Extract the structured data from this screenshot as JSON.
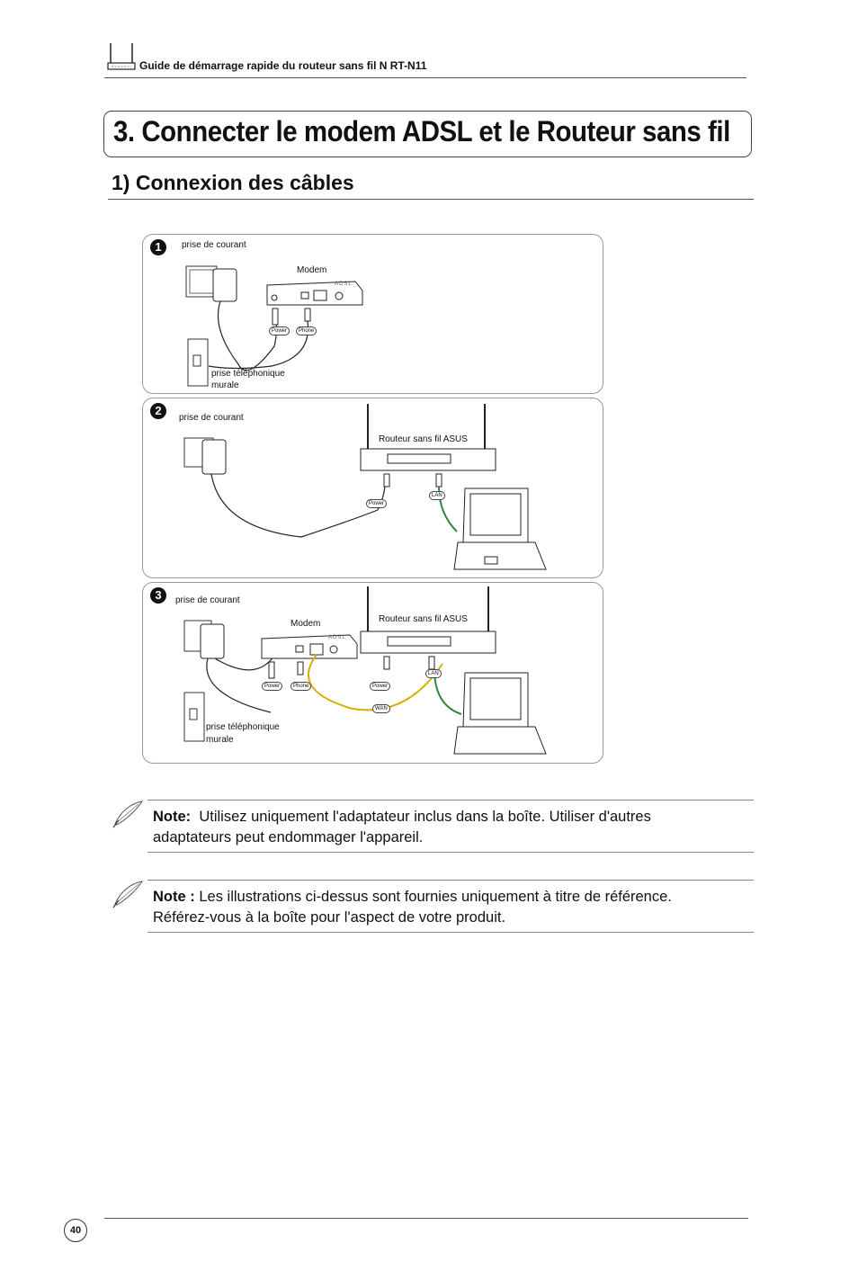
{
  "header": {
    "title": "Guide de démarrage rapide du routeur sans fil N RT-N11"
  },
  "section": {
    "title": "3. Connecter le modem ADSL et le Routeur sans fil"
  },
  "subsection": {
    "title": "1) Connexion des câbles"
  },
  "diagram": {
    "panel1": {
      "number": "1",
      "power_outlet": "prise de courant",
      "modem": "Modem",
      "modem_brand": "ADSL",
      "power_tag": "Power",
      "phone_tag": "Phone",
      "wall_jack": "prise téléphonique\nmurale"
    },
    "panel2": {
      "number": "2",
      "power_outlet": "prise de courant",
      "router": "Routeur sans fil ASUS",
      "power_tag": "Power",
      "lan_tag": "LAN"
    },
    "panel3": {
      "number": "3",
      "power_outlet": "prise de courant",
      "modem": "Modem",
      "modem_brand": "ADSL",
      "router": "Routeur sans fil ASUS",
      "power_tag_modem": "Power",
      "phone_tag": "Phone",
      "power_tag_router": "Power",
      "lan_tag": "LAN",
      "wan_tag": "WAN",
      "wall_jack": "prise téléphonique\nmurale"
    }
  },
  "notes": [
    {
      "label": "Note:",
      "text": "Utilisez uniquement l'adaptateur inclus dans la boîte. Utiliser d'autres adaptateurs peut endommager l'appareil."
    },
    {
      "label": "Note :",
      "text": "Les illustrations ci-dessus sont fournies uniquement à titre de référence. Référez-vous à la boîte pour l'aspect de votre produit."
    }
  ],
  "colors": {
    "wan_cable": "#d4b000",
    "lan_cable": "#2a8a3a"
  },
  "footer": {
    "page_number": "40"
  }
}
